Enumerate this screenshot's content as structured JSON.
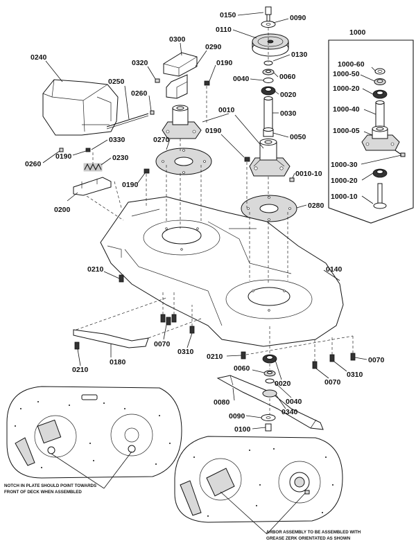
{
  "diagram": {
    "labels": {
      "l0150": "0150",
      "l0090a": "0090",
      "l0110": "0110",
      "l0300": "0300",
      "l1000": "1000",
      "l0240": "0240",
      "l0320": "0320",
      "l0290": "0290",
      "l0130": "0130",
      "l0190a": "0190",
      "l0060a": "0060",
      "l0040a": "0040",
      "l1000_60": "1000-60",
      "l1000_50": "1000-50",
      "l0250": "0250",
      "l0020a": "0020",
      "l1000_20a": "1000-20",
      "l0260a": "0260",
      "l0030": "0030",
      "l0010": "0010",
      "l1000_40": "1000-40",
      "l0190b": "0190",
      "l0050": "0050",
      "l1000_05": "1000-05",
      "l0330": "0330",
      "l0270": "0270",
      "l0260b": "0260",
      "l0190c": "0190",
      "l0230": "0230",
      "l1000_30": "1000-30",
      "l0010_10": "0010-10",
      "l1000_20b": "1000-20",
      "l0190d": "0190",
      "l1000_10": "1000-10",
      "l0200": "0200",
      "l0280": "0280",
      "l0210a": "0210",
      "l0140": "0140",
      "l0070a": "0070",
      "l0310a": "0310",
      "l0210b": "0210",
      "l0070b": "0070",
      "l0180": "0180",
      "l0210c": "0210",
      "l0060b": "0060",
      "l0020b": "0020",
      "l0070c": "0070",
      "l0310b": "0310",
      "l0040b": "0040",
      "l0080": "0080",
      "l0340": "0340",
      "l0090b": "0090",
      "l0100": "0100"
    },
    "notes": {
      "notch_line1": "NOTCH IN PLATE SHOULD POINT TOWARDS",
      "notch_line2": "FRONT OF DECK WHEN ASSEMBLED",
      "arbor_line1": "ARBOR ASSEMBLY TO BE ASSEMBLED WITH",
      "arbor_line2": "GREASE ZERK ORIENTATED AS SHOWN"
    }
  }
}
